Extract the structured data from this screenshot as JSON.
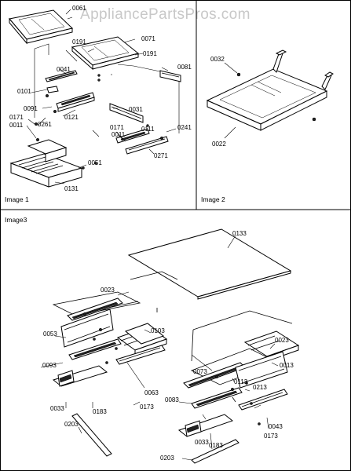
{
  "watermark": "AppliancePartsPros.com",
  "panels": {
    "image1": "Image 1",
    "image2": "Image 2",
    "image3": "Image3"
  },
  "callouts": {
    "c0061": "0061",
    "c0071": "0071",
    "c0191a": "0191",
    "c0191b": "0191",
    "c0041": "0041",
    "c0081": "0081",
    "c0101": "0101",
    "c0091": "0091",
    "c0121": "0121",
    "c0031": "0031",
    "c0171a": "0171",
    "c0011a": "0011",
    "c0261": "0261",
    "c0171b": "0171",
    "c0011b": "0011",
    "c0111": "0111",
    "c0241": "0241",
    "c0271": "0271",
    "c0051": "0051",
    "c0131": "0131",
    "c0032": "0032",
    "c0022": "0022",
    "c0133": "0133",
    "c0023a": "0023",
    "c0103": "0103",
    "c0053": "0053",
    "c0023b": "0023",
    "c0013": "0013",
    "c0093": "0093",
    "c0073": "0073",
    "c0113": "0113",
    "c0213": "0213",
    "c0063": "0063",
    "c0083": "0083",
    "c0033a": "0033",
    "c0183a": "0183",
    "c0173a": "0173",
    "c0043": "0043",
    "c0203a": "0203",
    "c0033b": "0033",
    "c0183b": "0183",
    "c0173b": "0173",
    "c0203b": "0203"
  }
}
